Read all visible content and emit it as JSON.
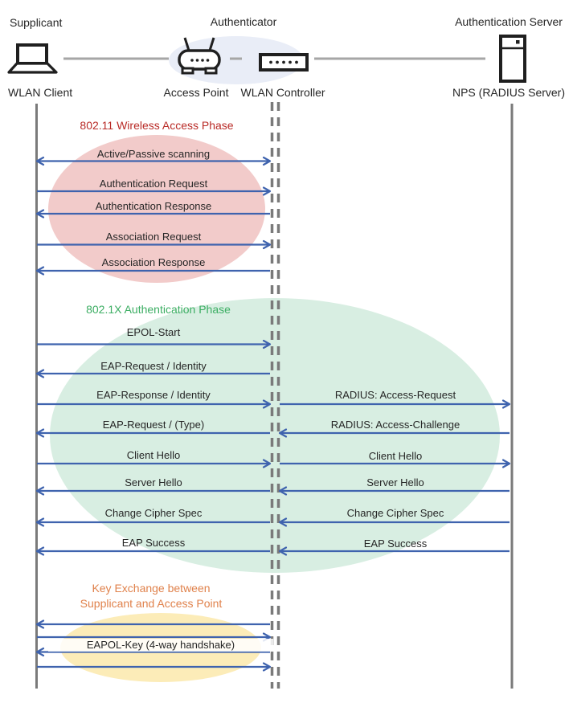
{
  "actors": {
    "supplicant_role": "Supplicant",
    "authenticator_role": "Authenticator",
    "server_role": "Authentication Server",
    "wlan_client": "WLAN Client",
    "access_point": "Access Point",
    "wlan_controller": "WLAN Controller",
    "nps": "NPS (RADIUS Server)"
  },
  "phase1": {
    "title": "802.11 Wireless Access Phase",
    "color": "#b92b27",
    "messages": [
      "Active/Passive scanning",
      "Authentication Request",
      "Authentication Response",
      "Association Request",
      "Association Response"
    ]
  },
  "phase2": {
    "title": "802.1X Authentication Phase",
    "color": "#3cae63",
    "left_messages": [
      "EPOL-Start",
      "EAP-Request / Identity",
      "EAP-Response / Identity",
      "EAP-Request / (Type)",
      "Client Hello",
      "Server Hello",
      "Change Cipher Spec",
      "EAP Success"
    ],
    "right_messages": [
      "RADIUS: Access-Request",
      "RADIUS: Access-Challenge",
      "Client Hello",
      "Server Hello",
      "Change Cipher Spec",
      "EAP Success"
    ]
  },
  "phase3": {
    "title_line1": "Key Exchange between",
    "title_line2": "Supplicant and Access Point",
    "color": "#e0824c",
    "messages": [
      "EAPOL-Key (4-way handshake)"
    ]
  },
  "icons": [
    "laptop-icon",
    "wireless-access-point-icon",
    "wlan-controller-icon",
    "server-icon"
  ],
  "colors": {
    "arrow": "#3f63ae",
    "lifeline": "#7a7a7a",
    "connector": "#a6a6a6",
    "phase1_ellipse": "#f2cbca",
    "phase2_ellipse": "#d8eee2",
    "phase3_ellipse": "#fcecb8",
    "authenticator_ellipse": "#e9edf7",
    "icon": "#1f1f1f",
    "text": "#262626"
  }
}
